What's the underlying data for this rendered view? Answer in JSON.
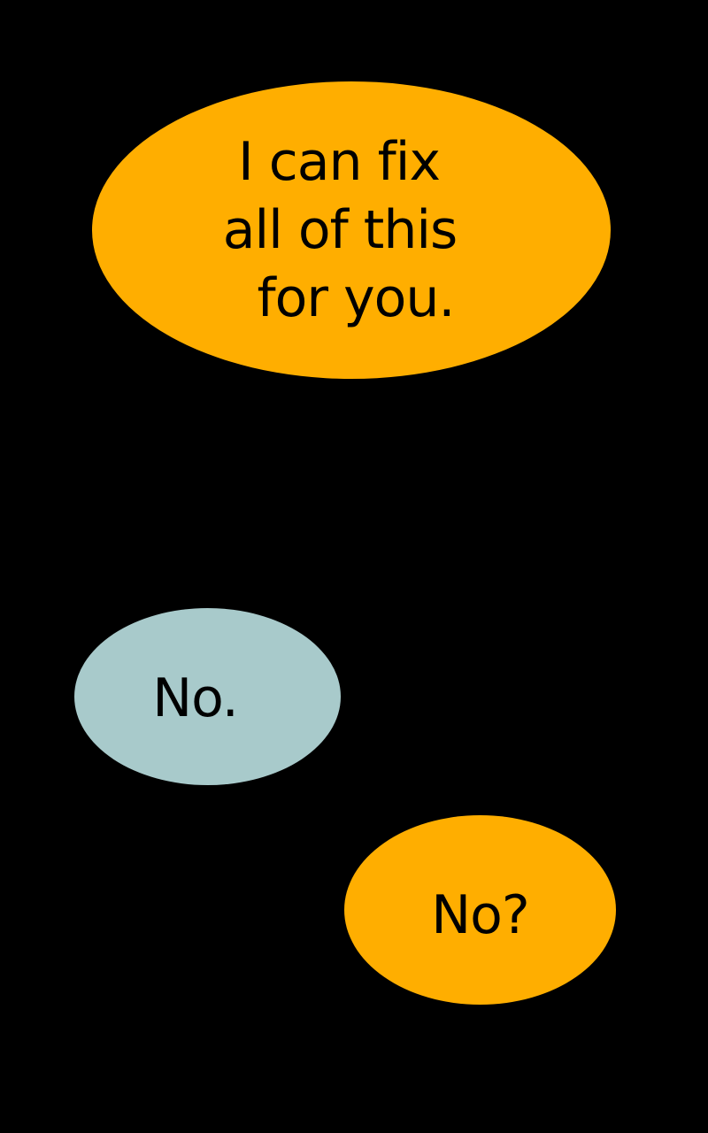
{
  "bubbles": [
    {
      "speaker": "orange",
      "lines": [
        "I can fix",
        "all of this",
        "for you."
      ]
    },
    {
      "speaker": "teal",
      "lines": [
        "No."
      ]
    },
    {
      "speaker": "orange",
      "lines": [
        "No?"
      ]
    }
  ],
  "colors": {
    "background": "#000000",
    "orange": "#FFAE00",
    "teal": "#A8CACB"
  }
}
